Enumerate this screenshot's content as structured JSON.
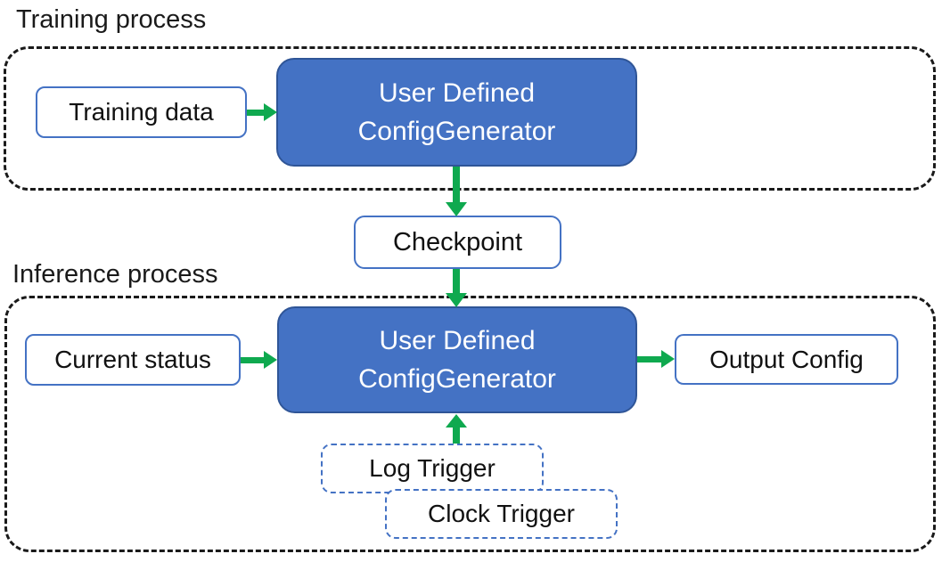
{
  "colors": {
    "generator_fill": "#4472C4",
    "generator_border": "#2F5597",
    "io_box_border": "#4472C4",
    "trigger_border": "#4472C4",
    "arrow_green": "#0FA94F",
    "frame_dash": "#1a1a1a",
    "text_dark": "#111111",
    "text_on_blue": "#ffffff"
  },
  "training": {
    "section_label": "Training process",
    "input_box_label": "Training data",
    "generator": {
      "line1": "User Defined",
      "line2": "ConfigGenerator"
    }
  },
  "checkpoint": {
    "label": "Checkpoint"
  },
  "inference": {
    "section_label": "Inference process",
    "input_box_label": "Current status",
    "generator": {
      "line1": "User Defined",
      "line2": "ConfigGenerator"
    },
    "output_box_label": "Output Config",
    "triggers": {
      "log_label": "Log Trigger",
      "clock_label": "Clock Trigger"
    }
  }
}
